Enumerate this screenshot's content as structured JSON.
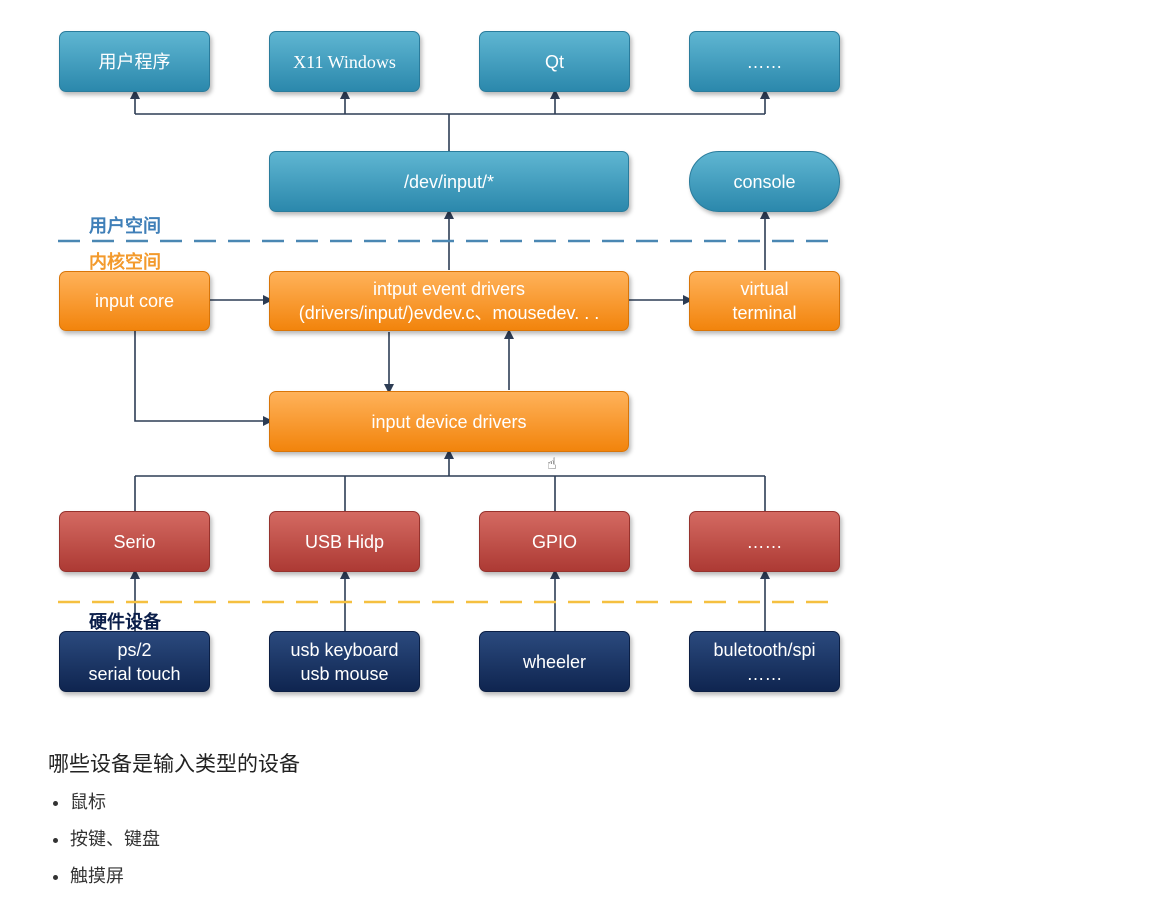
{
  "diagram": {
    "user_layer": [
      "用户程序",
      "X11 Windows",
      "Qt",
      "……"
    ],
    "dev_input": "/dev/input/*",
    "console": "console",
    "user_space_label": "用户空间",
    "kernel_space_label": "内核空间",
    "input_core": "input core",
    "event_drivers": "intput event drivers\n(drivers/input/)evdev.c、mousedev. . .",
    "virtual_terminal": "virtual\nterminal",
    "device_drivers": "input device  drivers",
    "buses": [
      "Serio",
      "USB Hidp",
      "GPIO",
      "……"
    ],
    "hardware_label": "硬件设备",
    "hardware": [
      "ps/2\nserial touch",
      "usb keyboard\nusb mouse",
      "wheeler",
      "buletooth/spi\n……"
    ],
    "colors": {
      "user_space_line": "#4a87b3",
      "kernel_space_line": "#f5c040",
      "user_space_text": "#3f7fb8",
      "kernel_space_text": "#f39a2c",
      "hardware_text": "#0b1e4a",
      "connector": "#2d3d55"
    }
  },
  "notes": {
    "heading": "哪些设备是输入类型的设备",
    "items": [
      "鼠标",
      "按键、键盘",
      "触摸屏"
    ]
  }
}
